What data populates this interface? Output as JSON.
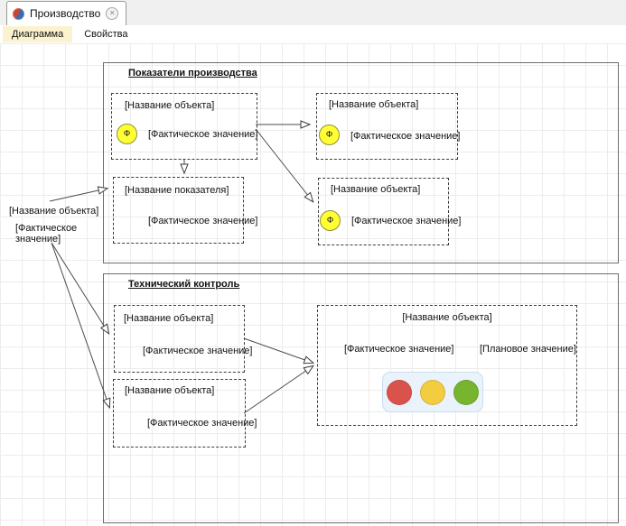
{
  "tab": {
    "title": "Производство",
    "close_glyph": "✕"
  },
  "menu": {
    "diagram": "Диаграмма",
    "properties": "Свойства"
  },
  "diagram": {
    "group1_title": "Показатели производства",
    "group2_title": "Технический контроль",
    "labels": {
      "object_name": "[Название объекта]",
      "indicator_name": "[Название показателя]",
      "actual_value": "[Фактическое значение]",
      "planned_value": "[Плановое значение]",
      "fact_badge": "Ф"
    },
    "colors": {
      "badge_fill": "#ffff33",
      "traffic_red": "#d9534a",
      "traffic_yellow": "#f3cc3f",
      "traffic_green": "#77b52e"
    }
  }
}
